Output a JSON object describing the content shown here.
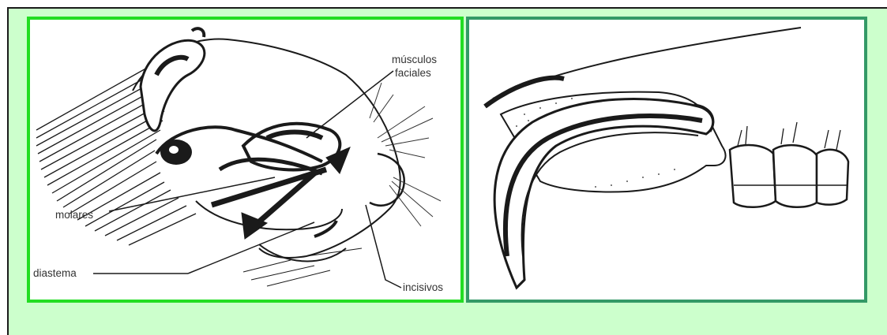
{
  "colors": {
    "slide_background": "#ccffcc",
    "left_frame": "#22dd22",
    "right_frame": "#339966",
    "ink": "#1a1a1a"
  },
  "left_figure": {
    "labels": {
      "musculos_line1": "músculos",
      "musculos_line2": "faciales",
      "molares": "molares",
      "diastema": "diastema",
      "incisivos": "incisivos"
    }
  },
  "right_figure": {}
}
